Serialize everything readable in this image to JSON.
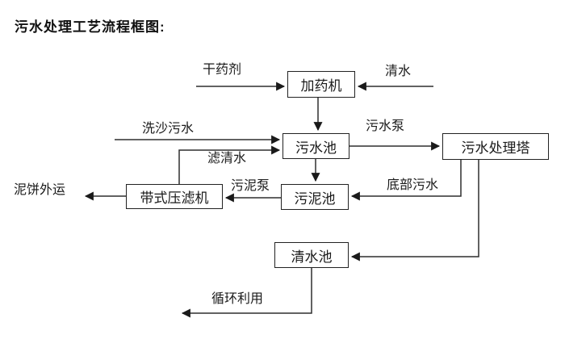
{
  "title": "污水处理工艺流程框图:",
  "nodes": {
    "dosing_machine": "加药机",
    "sewage_pool": "污水池",
    "treatment_tower": "污水处理塔",
    "sludge_pool": "污泥池",
    "belt_filter_press": "带式压滤机",
    "clean_water_pool": "清水池"
  },
  "edge_labels": {
    "dry_agent": "干药剂",
    "clean_water": "清水",
    "sand_washing_sewage": "洗沙污水",
    "filtered_clean_water": "滤清水",
    "sewage_pump": "污水泵",
    "bottom_sewage": "底部污水",
    "sludge_pump": "污泥泵",
    "mud_cake_outbound": "泥饼外运",
    "recycling_reuse": "循环利用"
  },
  "colors": {
    "background": "#ffffff",
    "line": "#2f2f2f",
    "text": "#1a1a1a"
  }
}
